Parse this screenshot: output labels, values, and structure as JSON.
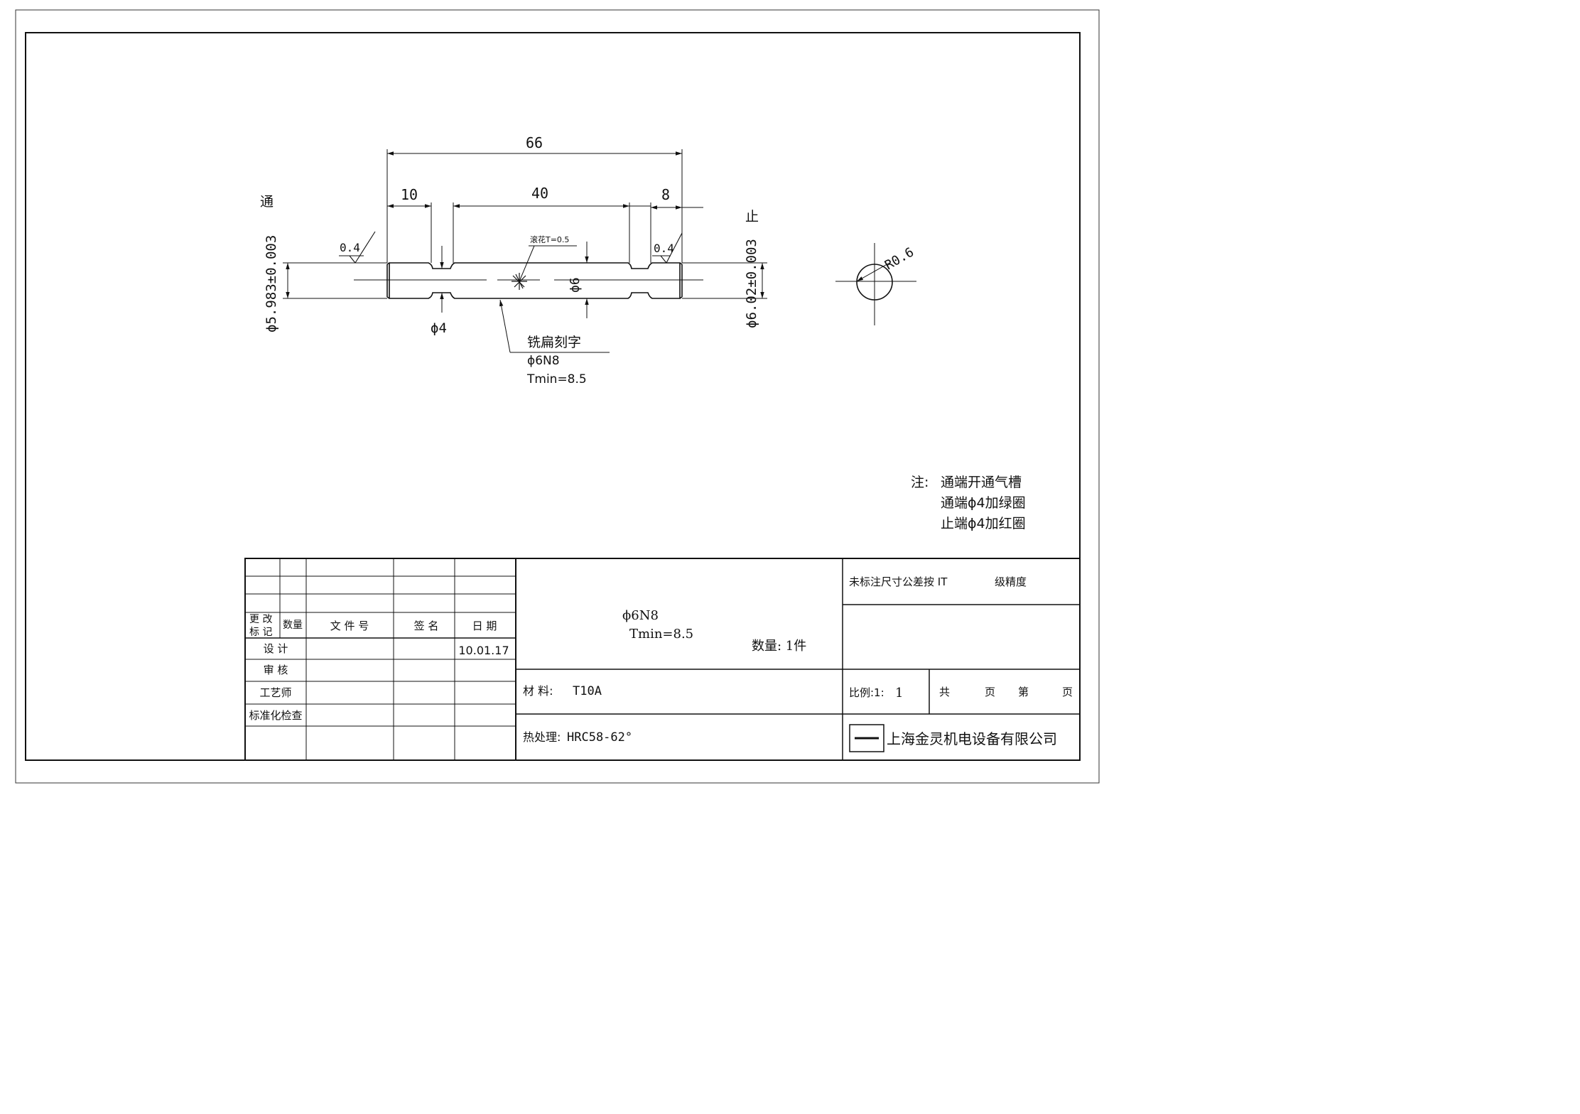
{
  "drawing": {
    "dim_overall": "66",
    "dim_left": "10",
    "dim_middle": "40",
    "dim_right": "8",
    "go_end_label": "通",
    "nogo_end_label": "止",
    "go_diameter": "ϕ5.983±0.003",
    "nogo_diameter": "ϕ6.02±0.003",
    "roughness_left": "0.4",
    "roughness_right": "0.4",
    "groove_diameter": "ϕ4",
    "shaft_diameter": "ϕ6",
    "knurl_label": "滚花T=0.5",
    "marking_title": "铣扁刻字",
    "marking_line1": "ϕ6N8",
    "marking_line2": "Tmin=8.5",
    "radius_label": "R0.6"
  },
  "notes": {
    "prefix": "注:",
    "items": [
      "通端开通气槽",
      "通端ϕ4加绿圈",
      "止端ϕ4加红圈"
    ]
  },
  "title_block": {
    "change_mark": [
      "更 改",
      "标 记"
    ],
    "quantity_col": "数量",
    "doc_no_col": "文 件 号",
    "signature_col": "签 名",
    "date_col": "日  期",
    "design_label": "设 计",
    "design_date": "10.01.17",
    "review_label": "审 核",
    "process_label": "工艺师",
    "standard_label": "标准化检查",
    "part_name_line1": "ϕ6N8",
    "part_name_line2": "Tmin=8.5",
    "part_quantity": "数量: 1件",
    "material_label": "材  料:",
    "material_value": "T10A",
    "heat_label": "热处理:",
    "heat_value": "HRC58-62°",
    "tolerance_note": "未标注尺寸公差按 IT",
    "tolerance_suffix": "级精度",
    "scale_label": "比例:1:",
    "scale_value": "1",
    "sheets_total": "共",
    "sheets_page": "页",
    "sheets_no": "第",
    "sheets_page2": "页",
    "company": "上海金灵机电设备有限公司"
  }
}
